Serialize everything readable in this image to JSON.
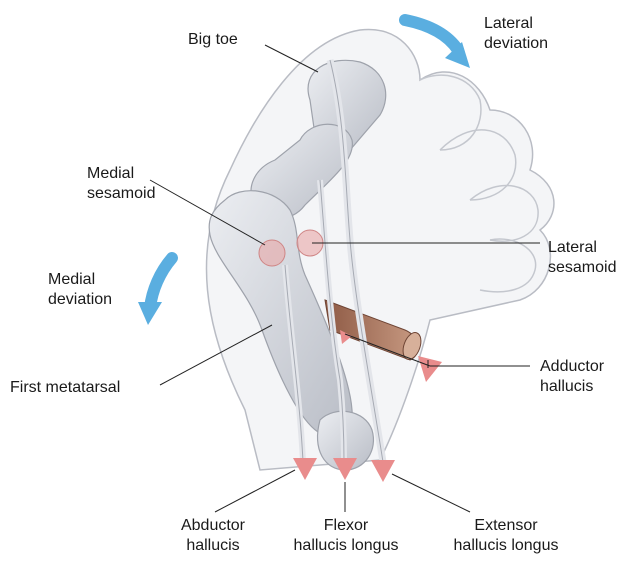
{
  "labels": {
    "big_toe": "Big toe",
    "lateral_deviation": [
      "Lateral",
      "deviation"
    ],
    "medial_sesamoid": [
      "Medial",
      "sesamoid"
    ],
    "lateral_sesamoid": [
      "Lateral",
      "sesamoid"
    ],
    "medial_deviation": [
      "Medial",
      "deviation"
    ],
    "first_metatarsal": "First metatarsal",
    "adductor_hallucis": [
      "Adductor",
      "hallucis"
    ],
    "abductor_hallucis": [
      "Abductor",
      "hallucis"
    ],
    "flexor_hallucis_longus": [
      "Flexor",
      "hallucis longus"
    ],
    "extensor_hallucis_longus": [
      "Extensor",
      "hallucis longus"
    ]
  },
  "colors": {
    "deviation_arrow": "#5aaee0",
    "force_arrow": "#e98c8c",
    "sesamoid": "#e8a6a6",
    "bone": "#d9dbe0",
    "skin_outline": "#b9bcc4",
    "muscle": "#b07a62",
    "leader_line": "#222222"
  }
}
